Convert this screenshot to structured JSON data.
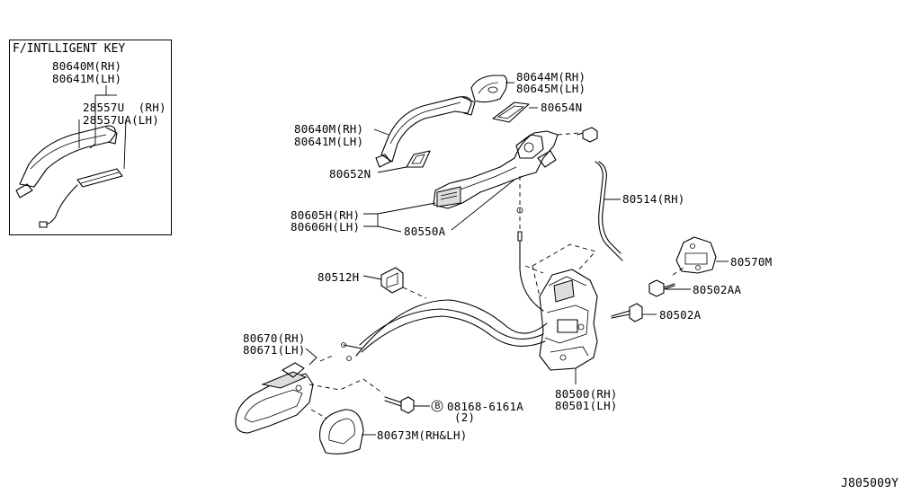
{
  "inset": {
    "title": "F/INTLLIGENT KEY",
    "labels": [
      "80640M(RH)",
      "80641M(LH)",
      "28557U  (RH)",
      "28557UA(LH)"
    ]
  },
  "labels": {
    "p80644M": "80644M(RH)",
    "p80645M": "80645M(LH)",
    "p80654N": "80654N",
    "p80640M": "80640M(RH)",
    "p80641M": "80641M(LH)",
    "p80652N": "80652N",
    "p80605H": "80605H(RH)",
    "p80606H": "80606H(LH)",
    "p80550A": "80550A",
    "p80514": "80514(RH)",
    "p80570M": "80570M",
    "p80502AA": "80502AA",
    "p80502A": "80502A",
    "p80512H": "80512H",
    "p80670": "80670(RH)",
    "p80671": "80671(LH)",
    "p08168": "08168-6161A",
    "p08168_qty": "(2)",
    "p08168_badge": "B",
    "p80500": "80500(RH)",
    "p80501": "80501(LH)",
    "p80673M": "80673M(RH&LH)"
  },
  "footer": {
    "code": "J805009Y"
  }
}
